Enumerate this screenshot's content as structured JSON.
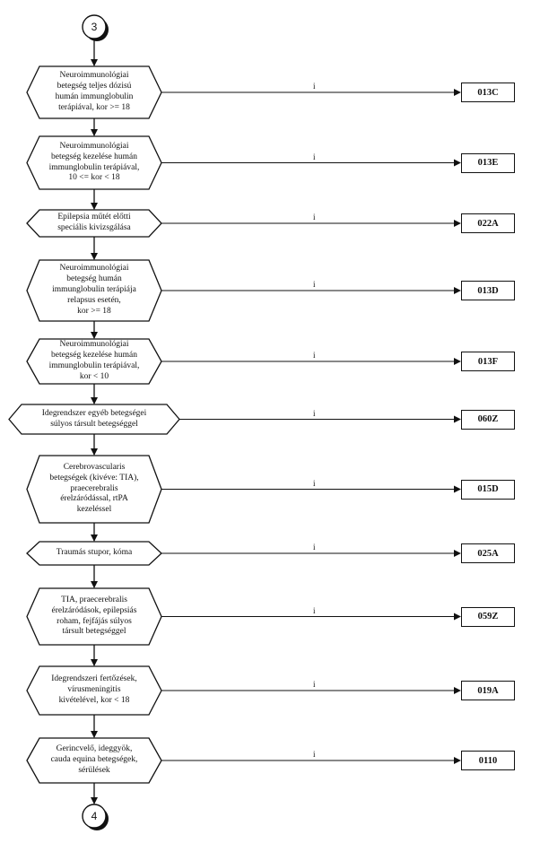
{
  "connectors": {
    "top": "3",
    "bottom": "4"
  },
  "branch_label": "i",
  "steps": [
    {
      "text": "Neuroimmunológiai\nbetegség teljes dózisú\nhumán immunglobulin\nterápiával, kor >= 18",
      "code": "013C"
    },
    {
      "text": "Neuroimmunológiai\nbetegség kezelése humán\nimmunglobulin terápiával,\n10 <= kor < 18",
      "code": "013E"
    },
    {
      "text": "Epilepsia műtét előtti\nspeciális kivizsgálása",
      "code": "022A"
    },
    {
      "text": "Neuroimmunológiai\nbetegség humán\nimmunglobulin terápiája\nrelapsus esetén,\nkor >= 18",
      "code": "013D"
    },
    {
      "text": "Neuroimmunológiai\nbetegség kezelése humán\nimmunglobulin terápiával,\nkor < 10",
      "code": "013F"
    },
    {
      "text": "Idegrendszer egyéb betegségei\nsúlyos társult betegséggel",
      "code": "060Z"
    },
    {
      "text": "Cerebrovascularis\nbetegségek (kivéve: TIA),\npraecerebralis\nérelzáródással, rtPA\nkezeléssel",
      "code": "015D"
    },
    {
      "text": "Traumás stupor, kóma",
      "code": "025A"
    },
    {
      "text": "TIA, praecerebralis\nérelzáródások, epilepsiás\nroham, fejfájás súlyos\ntársult betegséggel",
      "code": "059Z"
    },
    {
      "text": "Idegrendszeri fertőzések,\nvírusmeningitis\nkivételével, kor < 18",
      "code": "019A"
    },
    {
      "text": "Gerincvelő, ideggyök,\ncauda equina betegségek,\nsérülések",
      "code": "0110"
    }
  ]
}
